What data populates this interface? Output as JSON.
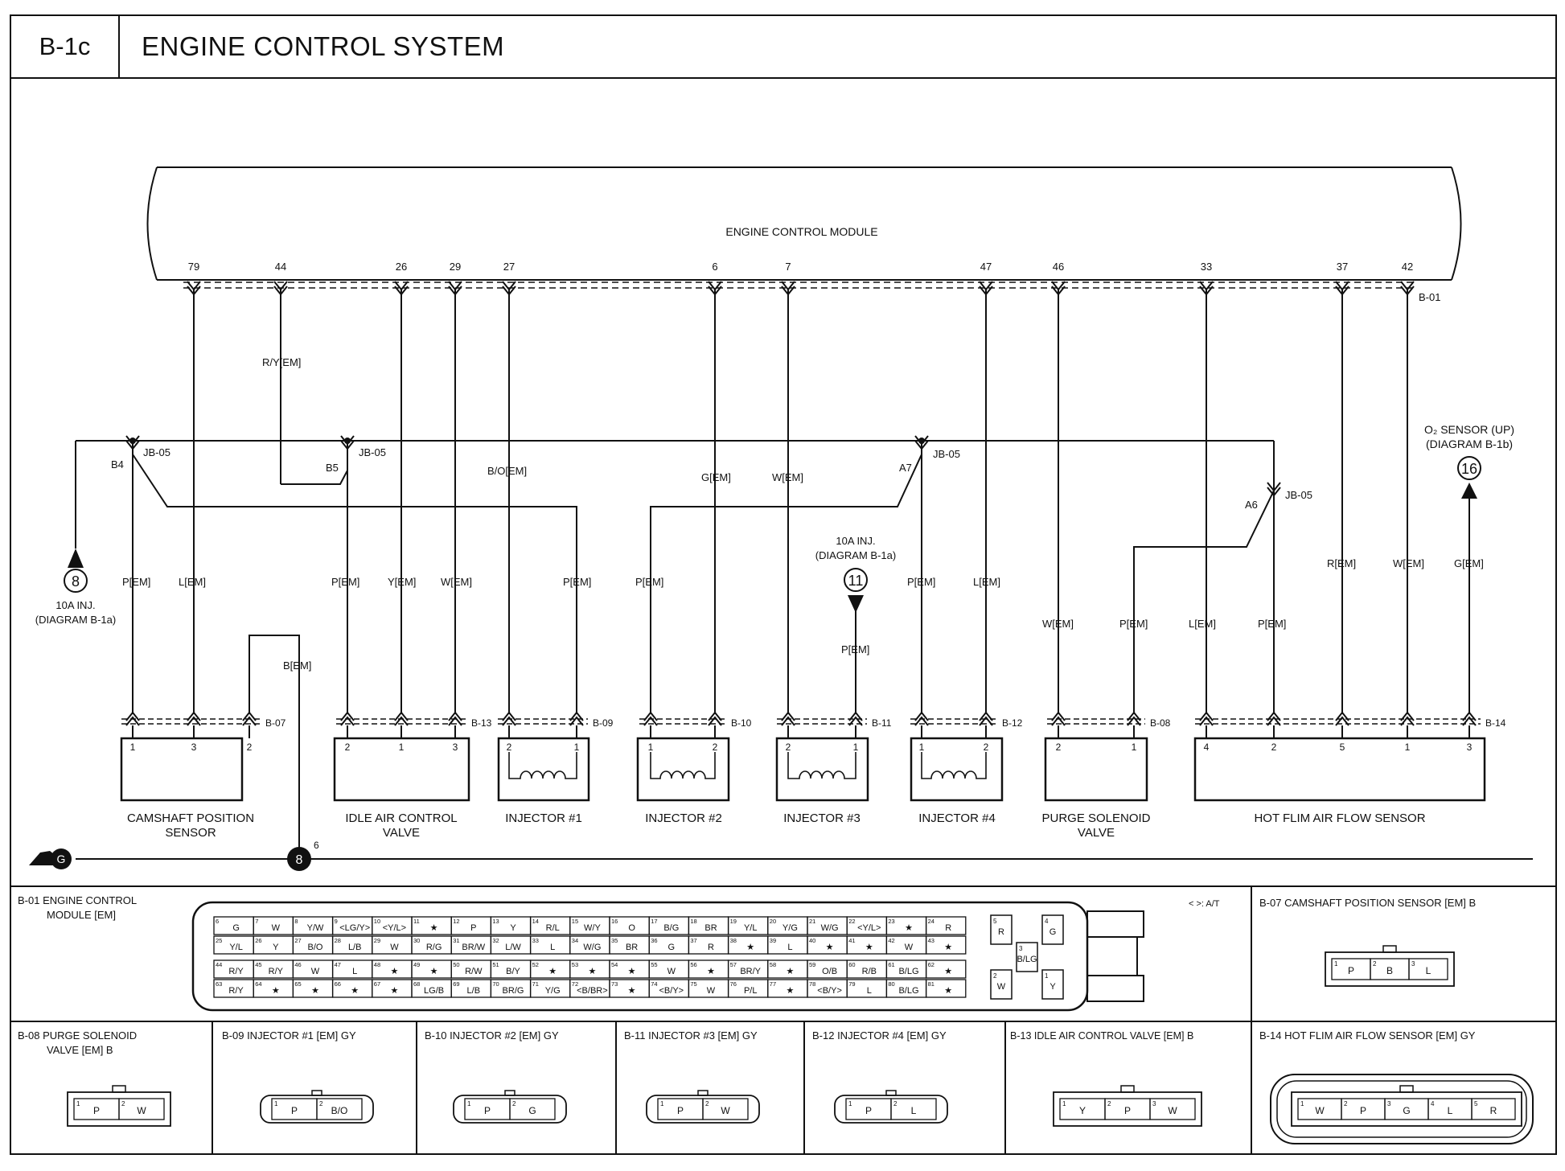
{
  "title": {
    "code": "B-1c",
    "text": "ENGINE CONTROL SYSTEM"
  },
  "ecm": {
    "label": "ENGINE CONTROL MODULE",
    "connector": "B-01",
    "pins": [
      "79",
      "44",
      "26",
      "29",
      "27",
      "6",
      "7",
      "47",
      "46",
      "33",
      "37",
      "42"
    ]
  },
  "wires": {
    "p_em": "P[EM]",
    "l_em": "L[EM]",
    "y_em": "Y[EM]",
    "w_em": "W[EM]",
    "r_em": "R[EM]",
    "g_em": "G[EM]",
    "b_em": "B[EM]",
    "ry_em": "R/Y[EM]",
    "bo_em": "B/O[EM]"
  },
  "junctions": {
    "jb": "JB-05",
    "b4": "B4",
    "b5": "B5",
    "a7": "A7",
    "a6": "A6"
  },
  "references": {
    "ref8": {
      "num": "8",
      "line1": "10A INJ.",
      "line2": "(DIAGRAM B-1a)"
    },
    "ref11": {
      "num": "11",
      "line1": "10A INJ.",
      "line2": "(DIAGRAM B-1a)"
    },
    "ref16": {
      "num": "16",
      "line1": "O₂ SENSOR (UP)",
      "line2": "(DIAGRAM B-1b)"
    }
  },
  "components": [
    {
      "conn": "B-07",
      "pins": [
        "1",
        "3",
        "2"
      ],
      "line1": "CAMSHAFT POSITION",
      "line2": "SENSOR"
    },
    {
      "conn": "B-13",
      "pins": [
        "2",
        "1",
        "3"
      ],
      "line1": "IDLE AIR CONTROL",
      "line2": "VALVE"
    },
    {
      "conn": "B-09",
      "pins": [
        "2",
        "1"
      ],
      "line1": "INJECTOR #1",
      "line2": ""
    },
    {
      "conn": "B-10",
      "pins": [
        "1",
        "2"
      ],
      "line1": "INJECTOR #2",
      "line2": ""
    },
    {
      "conn": "B-11",
      "pins": [
        "2",
        "1"
      ],
      "line1": "INJECTOR #3",
      "line2": ""
    },
    {
      "conn": "B-12",
      "pins": [
        "1",
        "2"
      ],
      "line1": "INJECTOR #4",
      "line2": ""
    },
    {
      "conn": "B-08",
      "pins": [
        "2",
        "1"
      ],
      "line1": "PURGE SOLENOID",
      "line2": "VALVE"
    },
    {
      "conn": "B-14",
      "pins": [
        "4",
        "2",
        "5",
        "1",
        "3"
      ],
      "line1": "HOT FLIM AIR FLOW SENSOR",
      "line2": ""
    }
  ],
  "ground": {
    "tag": "G",
    "num": "8",
    "pin": "6"
  },
  "legend": {
    "b01": {
      "line1": "B-01 ENGINE CONTROL",
      "line2": "MODULE [EM]",
      "note": "< >: A/T"
    },
    "b01_rows": [
      [
        [
          "6",
          "G"
        ],
        [
          "7",
          "W"
        ],
        [
          "8",
          "Y/W"
        ],
        [
          "9",
          "<LG/Y>"
        ],
        [
          "10",
          "<Y/L>"
        ],
        [
          "11",
          "★"
        ],
        [
          "12",
          "P"
        ],
        [
          "13",
          "Y"
        ],
        [
          "14",
          "R/L"
        ],
        [
          "15",
          "W/Y"
        ],
        [
          "16",
          "O"
        ],
        [
          "17",
          "B/G"
        ],
        [
          "18",
          "BR"
        ],
        [
          "19",
          "Y/L"
        ],
        [
          "20",
          "Y/G"
        ],
        [
          "21",
          "W/G"
        ],
        [
          "22",
          "<Y/L>"
        ],
        [
          "23",
          "★"
        ],
        [
          "24",
          "R"
        ]
      ],
      [
        [
          "25",
          "Y/L"
        ],
        [
          "26",
          "Y"
        ],
        [
          "27",
          "B/O"
        ],
        [
          "28",
          "L/B"
        ],
        [
          "29",
          "W"
        ],
        [
          "30",
          "R/G"
        ],
        [
          "31",
          "BR/W"
        ],
        [
          "32",
          "L/W"
        ],
        [
          "33",
          "L"
        ],
        [
          "34",
          "W/G"
        ],
        [
          "35",
          "BR"
        ],
        [
          "36",
          "G"
        ],
        [
          "37",
          "R"
        ],
        [
          "38",
          "★"
        ],
        [
          "39",
          "L"
        ],
        [
          "40",
          "★"
        ],
        [
          "41",
          "★"
        ],
        [
          "42",
          "W"
        ],
        [
          "43",
          "★"
        ]
      ],
      [
        [
          "44",
          "R/Y"
        ],
        [
          "45",
          "R/Y"
        ],
        [
          "46",
          "W"
        ],
        [
          "47",
          "L"
        ],
        [
          "48",
          "★"
        ],
        [
          "49",
          "★"
        ],
        [
          "50",
          "R/W"
        ],
        [
          "51",
          "B/Y"
        ],
        [
          "52",
          "★"
        ],
        [
          "53",
          "★"
        ],
        [
          "54",
          "★"
        ],
        [
          "55",
          "W"
        ],
        [
          "56",
          "★"
        ],
        [
          "57",
          "BR/Y"
        ],
        [
          "58",
          "★"
        ],
        [
          "59",
          "O/B"
        ],
        [
          "60",
          "R/B"
        ],
        [
          "61",
          "B/LG"
        ],
        [
          "62",
          "★"
        ]
      ],
      [
        [
          "63",
          "R/Y"
        ],
        [
          "64",
          "★"
        ],
        [
          "65",
          "★"
        ],
        [
          "66",
          "★"
        ],
        [
          "67",
          "★"
        ],
        [
          "68",
          "LG/B"
        ],
        [
          "69",
          "L/B"
        ],
        [
          "70",
          "BR/G"
        ],
        [
          "71",
          "Y/G"
        ],
        [
          "72",
          "<B/BR>"
        ],
        [
          "73",
          "★"
        ],
        [
          "74",
          "<B/Y>"
        ],
        [
          "75",
          "W"
        ],
        [
          "76",
          "P/L"
        ],
        [
          "77",
          "★"
        ],
        [
          "78",
          "<B/Y>"
        ],
        [
          "79",
          "L"
        ],
        [
          "80",
          "B/LG"
        ],
        [
          "81",
          "★"
        ]
      ]
    ],
    "b01_side": {
      "r": "R",
      "g": "G",
      "blg": "B/LG",
      "w": "W",
      "y": "Y",
      "p5": "5",
      "p4": "4",
      "p3": "3",
      "p2": "2",
      "p1": "1"
    },
    "b07": {
      "label": "B-07 CAMSHAFT POSITION SENSOR [EM] B",
      "pins": [
        [
          "1",
          "P"
        ],
        [
          "2",
          "B"
        ],
        [
          "3",
          "L"
        ]
      ]
    },
    "b08": {
      "line1": "B-08 PURGE SOLENOID",
      "line2": "VALVE [EM] B",
      "pins": [
        [
          "1",
          "P"
        ],
        [
          "2",
          "W"
        ]
      ]
    },
    "b09": {
      "label": "B-09 INJECTOR #1 [EM] GY",
      "pins": [
        [
          "1",
          "P"
        ],
        [
          "2",
          "B/O"
        ]
      ]
    },
    "b10": {
      "label": "B-10 INJECTOR #2 [EM] GY",
      "pins": [
        [
          "1",
          "P"
        ],
        [
          "2",
          "G"
        ]
      ]
    },
    "b11": {
      "label": "B-11 INJECTOR #3 [EM] GY",
      "pins": [
        [
          "1",
          "P"
        ],
        [
          "2",
          "W"
        ]
      ]
    },
    "b12": {
      "label": "B-12 INJECTOR #4 [EM] GY",
      "pins": [
        [
          "1",
          "P"
        ],
        [
          "2",
          "L"
        ]
      ]
    },
    "b13": {
      "label": "B-13 IDLE AIR CONTROL VALVE [EM] B",
      "pins": [
        [
          "1",
          "Y"
        ],
        [
          "2",
          "P"
        ],
        [
          "3",
          "W"
        ]
      ]
    },
    "b14": {
      "label": "B-14 HOT FLIM AIR FLOW SENSOR [EM] GY",
      "pins": [
        [
          "1",
          "W"
        ],
        [
          "2",
          "P"
        ],
        [
          "3",
          "G"
        ],
        [
          "4",
          "L"
        ],
        [
          "5",
          "R"
        ]
      ]
    }
  }
}
